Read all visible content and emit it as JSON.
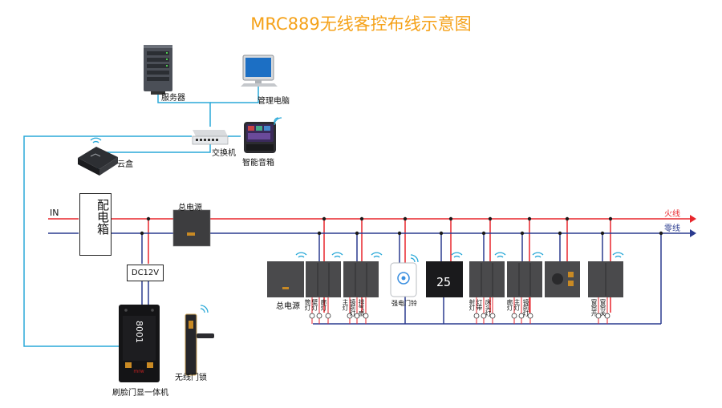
{
  "title": "MRC889无线客控布线示意图",
  "devices": {
    "server": "服务器",
    "pc": "管理电脑",
    "switch": "交换机",
    "speaker": "智能音箱",
    "cloud": "云盒",
    "main_power": "总电源",
    "main_power_panel": "总电源",
    "doorbell": "强电门铃",
    "door_lock": "无线门锁",
    "face_terminal": "刷脸门显一体机"
  },
  "lines": {
    "in": "IN",
    "live": "火线",
    "neutral": "零线",
    "distribution_box": "配电箱",
    "dc": "DC12V"
  },
  "colors": {
    "live": "#e8262c",
    "neutral": "#2a3b8f",
    "network": "#2aa9d8",
    "title": "#f5a21a",
    "panel": "#4a4a4a"
  },
  "circuit_labels": [
    "筒灯",
    "壁灯",
    "廊灯",
    "主灯",
    "镜前灯",
    "排气扇",
    "射灯",
    "灯带",
    "床头灯",
    "廊灯",
    "主灯",
    "镜前灯",
    "窗帘开",
    "窗帘关"
  ],
  "terminal": {
    "room_number": "8001",
    "brand": "mrw"
  },
  "thermostat_temp": "25"
}
